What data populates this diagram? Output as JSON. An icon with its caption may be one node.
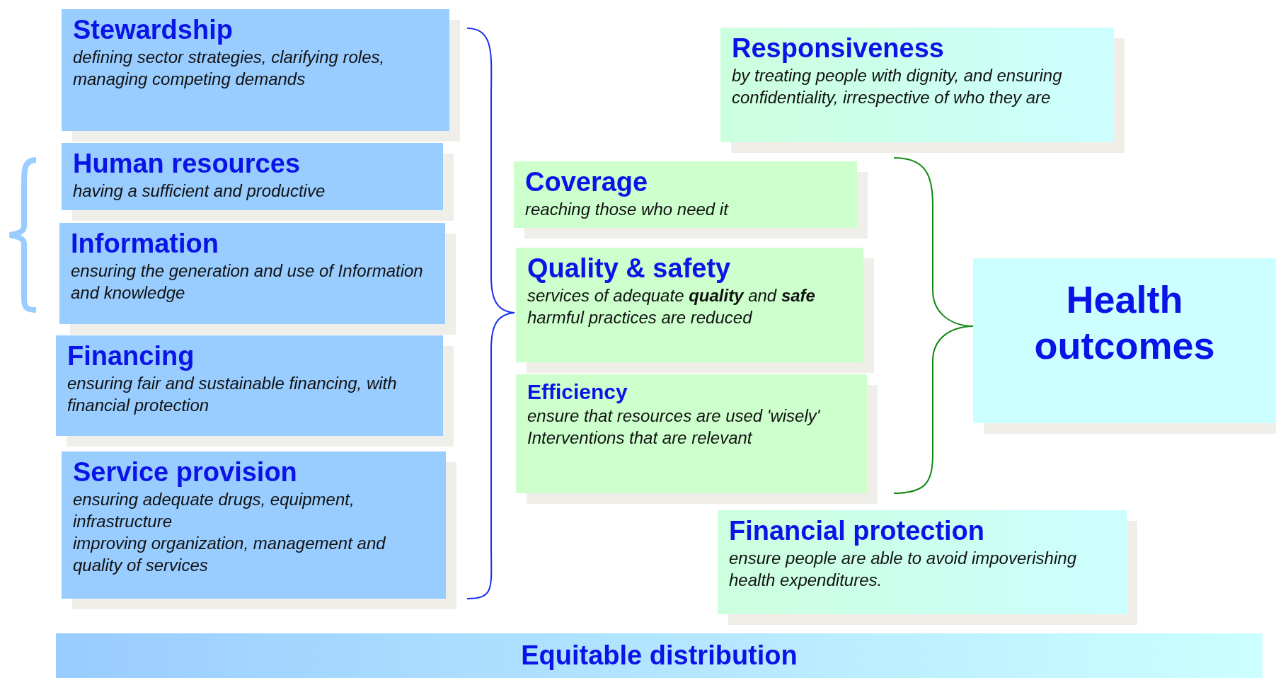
{
  "diagram": {
    "nodes": [
      {
        "text": [
          "Stewardship",
          "defining sector strategies, clarifying roles,",
          "managing competing demands"
        ]
      },
      {
        "text": [
          "Human resources",
          "having a sufficient and productive"
        ]
      },
      {
        "text": [
          "Information",
          "ensuring the generation and use of Information and knowledge"
        ]
      },
      {
        "text": [
          "Financing",
          "ensuring fair and sustainable financing, with financial protection"
        ]
      },
      {
        "text": [
          "Service provision",
          "ensuring adequate drugs, equipment, infrastructure",
          "improving organization, management and quality of services"
        ]
      },
      {
        "text": [
          "Responsiveness",
          "by treating people with dignity, and ensuring confidentiality, irrespective of who they are"
        ]
      },
      {
        "text": [
          "Coverage",
          "reaching those who need it"
        ]
      },
      {
        "text": [
          "Quality & safety",
          "services of adequate **quality** and **safe** harmful practices are reduced"
        ]
      },
      {
        "text": [
          "Efficiency",
          "ensure that resources are used 'wisely'",
          "Interventions that are relevant"
        ]
      },
      {
        "text": [
          "Health outcomes"
        ]
      },
      {
        "text": [
          "Financial protection",
          "ensure people are able to avoid impoverishing health expenditures."
        ]
      },
      {
        "text": [
          "Equitable distribution"
        ]
      }
    ],
    "edges": []
  }
}
